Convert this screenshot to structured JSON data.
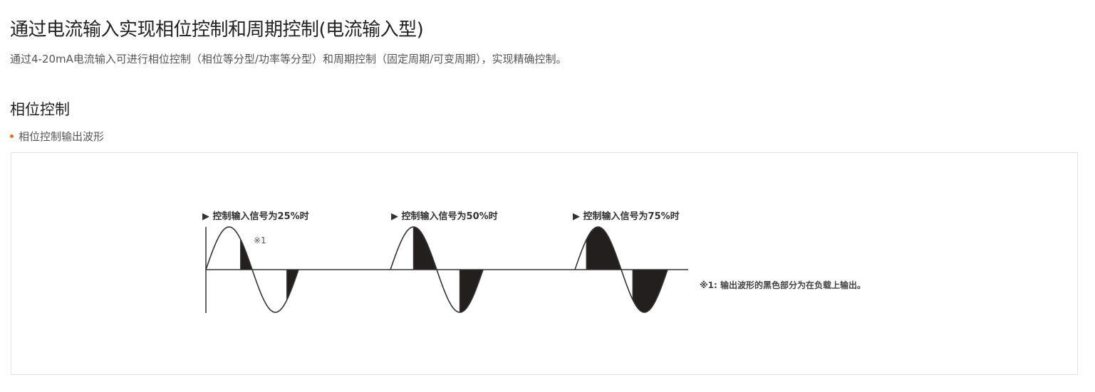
{
  "header": {
    "title": "通过电流输入实现相位控制和周期控制(电流输入型)",
    "description": "通过4-20mA电流输入可进行相位控制（相位等分型/功率等分型）和周期控制（固定周期/可变周期），实现精确控制。"
  },
  "section": {
    "title": "相位控制",
    "bullet_label": "相位控制输出波形",
    "bullet_color": "#e07020"
  },
  "figure": {
    "marker_label": "※1",
    "note_label": "※1: 输出波形的黑色部分为在负载上输出。",
    "waves": [
      {
        "label": "▶ 控制输入信号为25%时",
        "control_input_percent": 25
      },
      {
        "label": "▶ 控制输入信号为50%时",
        "control_input_percent": 50
      },
      {
        "label": "▶ 控制输入信号为75%时",
        "control_input_percent": 75
      }
    ],
    "colors": {
      "output_fill": "#231f1f",
      "line": "#333333"
    }
  }
}
